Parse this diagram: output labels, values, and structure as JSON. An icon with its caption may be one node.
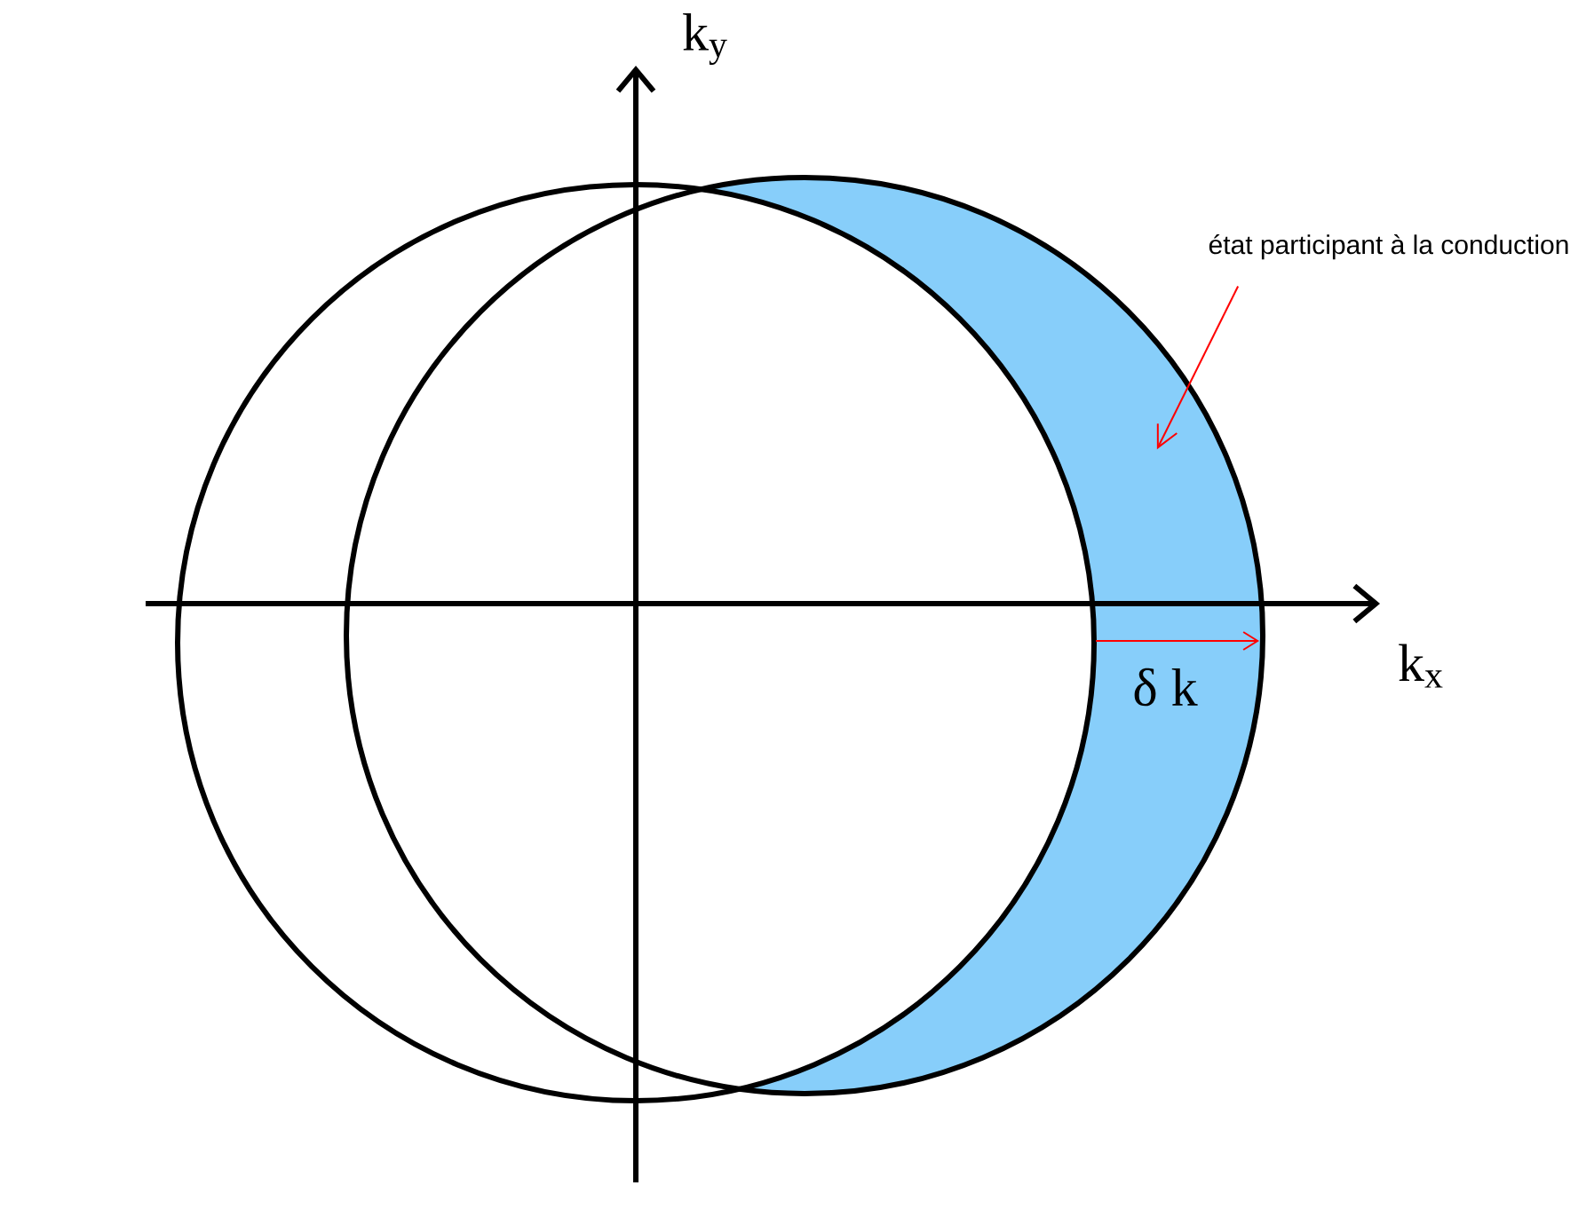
{
  "diagram": {
    "nodes": [
      {
        "text": [
          "état participant à la conduction"
        ]
      },
      {
        "text": [],
        "shape": "crescent"
      }
    ],
    "edges": [
      {
        "from": 0,
        "to": 1,
        "arrow": "to",
        "color": "#ff0000"
      }
    ],
    "labels": [
      "k$_{y}$",
      "k$_{x}$",
      "δ k"
    ]
  }
}
